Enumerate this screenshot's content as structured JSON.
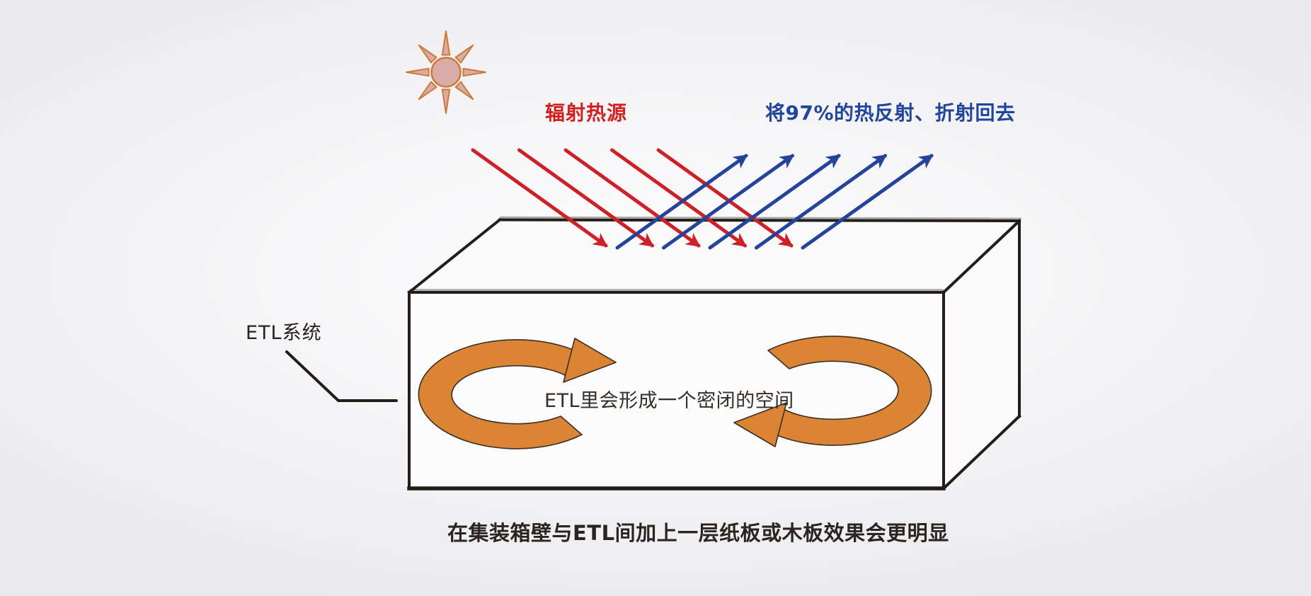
{
  "diagram": {
    "type": "thermal-insulation-illustration",
    "labels": {
      "heat_source": "辐射热源",
      "reflection": "将97%的热反射、折射回去",
      "system": "ETL系统",
      "cavity": "ETL里会形成一个密闭的空间",
      "caption": "在集装箱壁与ETL间加上一层纸板或木板效果会更明显"
    },
    "reflection_percent": "97%",
    "incident_ray_count": 5,
    "reflected_ray_count": 5,
    "icons": {
      "sun": "sun-icon",
      "circulation_left": "circulation-arrow-left",
      "circulation_right": "circulation-arrow-right"
    },
    "colors": {
      "incident_ray": "#ce2127",
      "reflected_ray": "#24439a",
      "heat_label": "#d1201f",
      "reflect_label": "#21459c",
      "circulation": "#db8433",
      "box_outline": "#241c18",
      "sun_fill": "#d9aca7",
      "sun_stroke": "#cc7a33",
      "background": "#f1f1f4"
    }
  }
}
